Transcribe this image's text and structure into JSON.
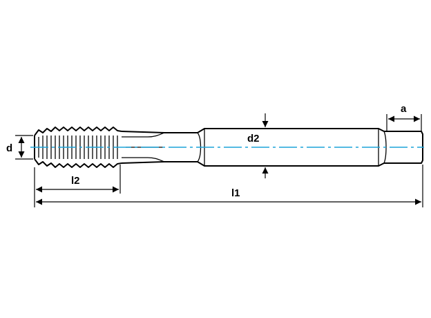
{
  "dimensions": {
    "d": "d",
    "d2": "d2",
    "l1": "l1",
    "l2": "l2",
    "a": "a"
  },
  "colors": {
    "outline": "#000000",
    "centerline": "#1aa3d9"
  }
}
